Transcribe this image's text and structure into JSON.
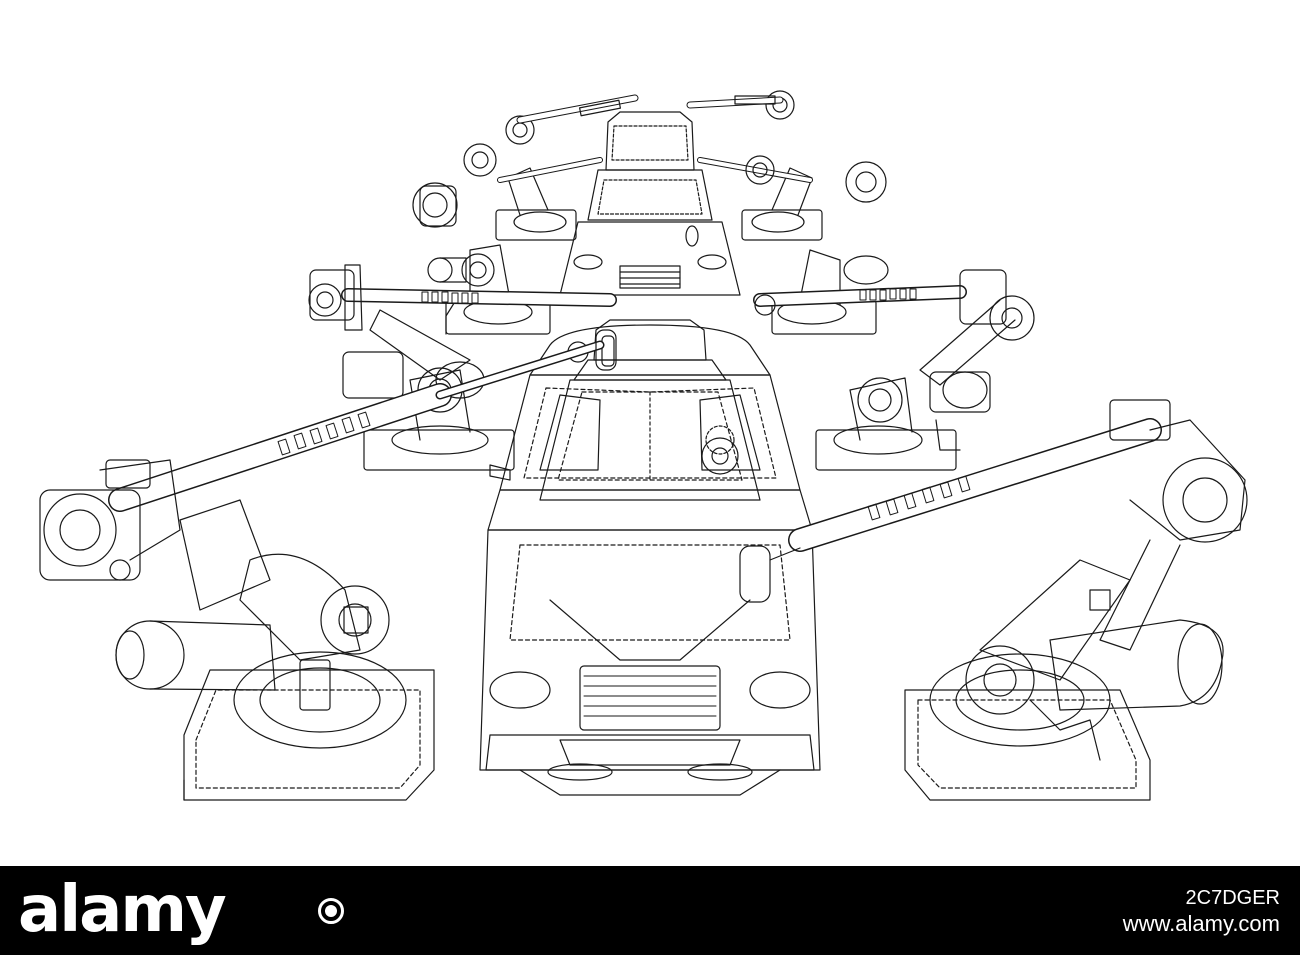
{
  "image": {
    "description_colors": {
      "line": "#1a1a1a",
      "background": "#ffffff",
      "footer": "#000000",
      "footer_text": "#ffffff"
    }
  },
  "footer": {
    "brand": "alamy",
    "image_id": "2C7DGER",
    "url": "www.alamy.com"
  }
}
